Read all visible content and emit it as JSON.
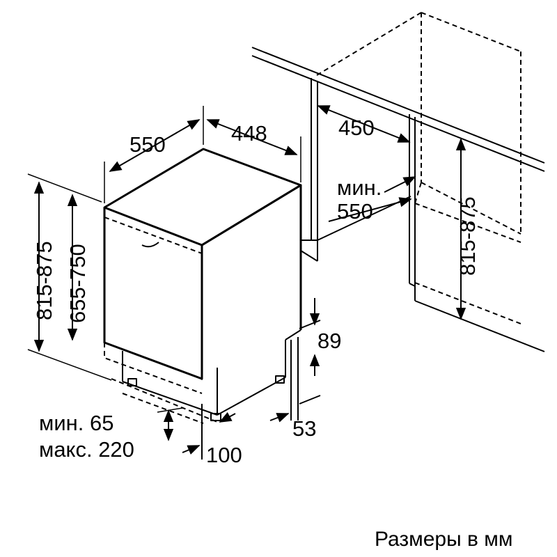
{
  "diagram": {
    "labels": {
      "depth_550": "550",
      "width_448": "448",
      "niche_width_450": "450",
      "min_label": "мин.",
      "niche_depth_550": "550",
      "height_815_875_left": "815-875",
      "height_655_750": "655-750",
      "height_815_875_right": "815-875",
      "plinth_89": "89",
      "plinth_53": "53",
      "min_65": "мин. 65",
      "max_220": "макс. 220",
      "foot_100": "100",
      "caption": "Размеры в мм"
    },
    "colors": {
      "line": "#000000",
      "background": "#ffffff"
    }
  }
}
